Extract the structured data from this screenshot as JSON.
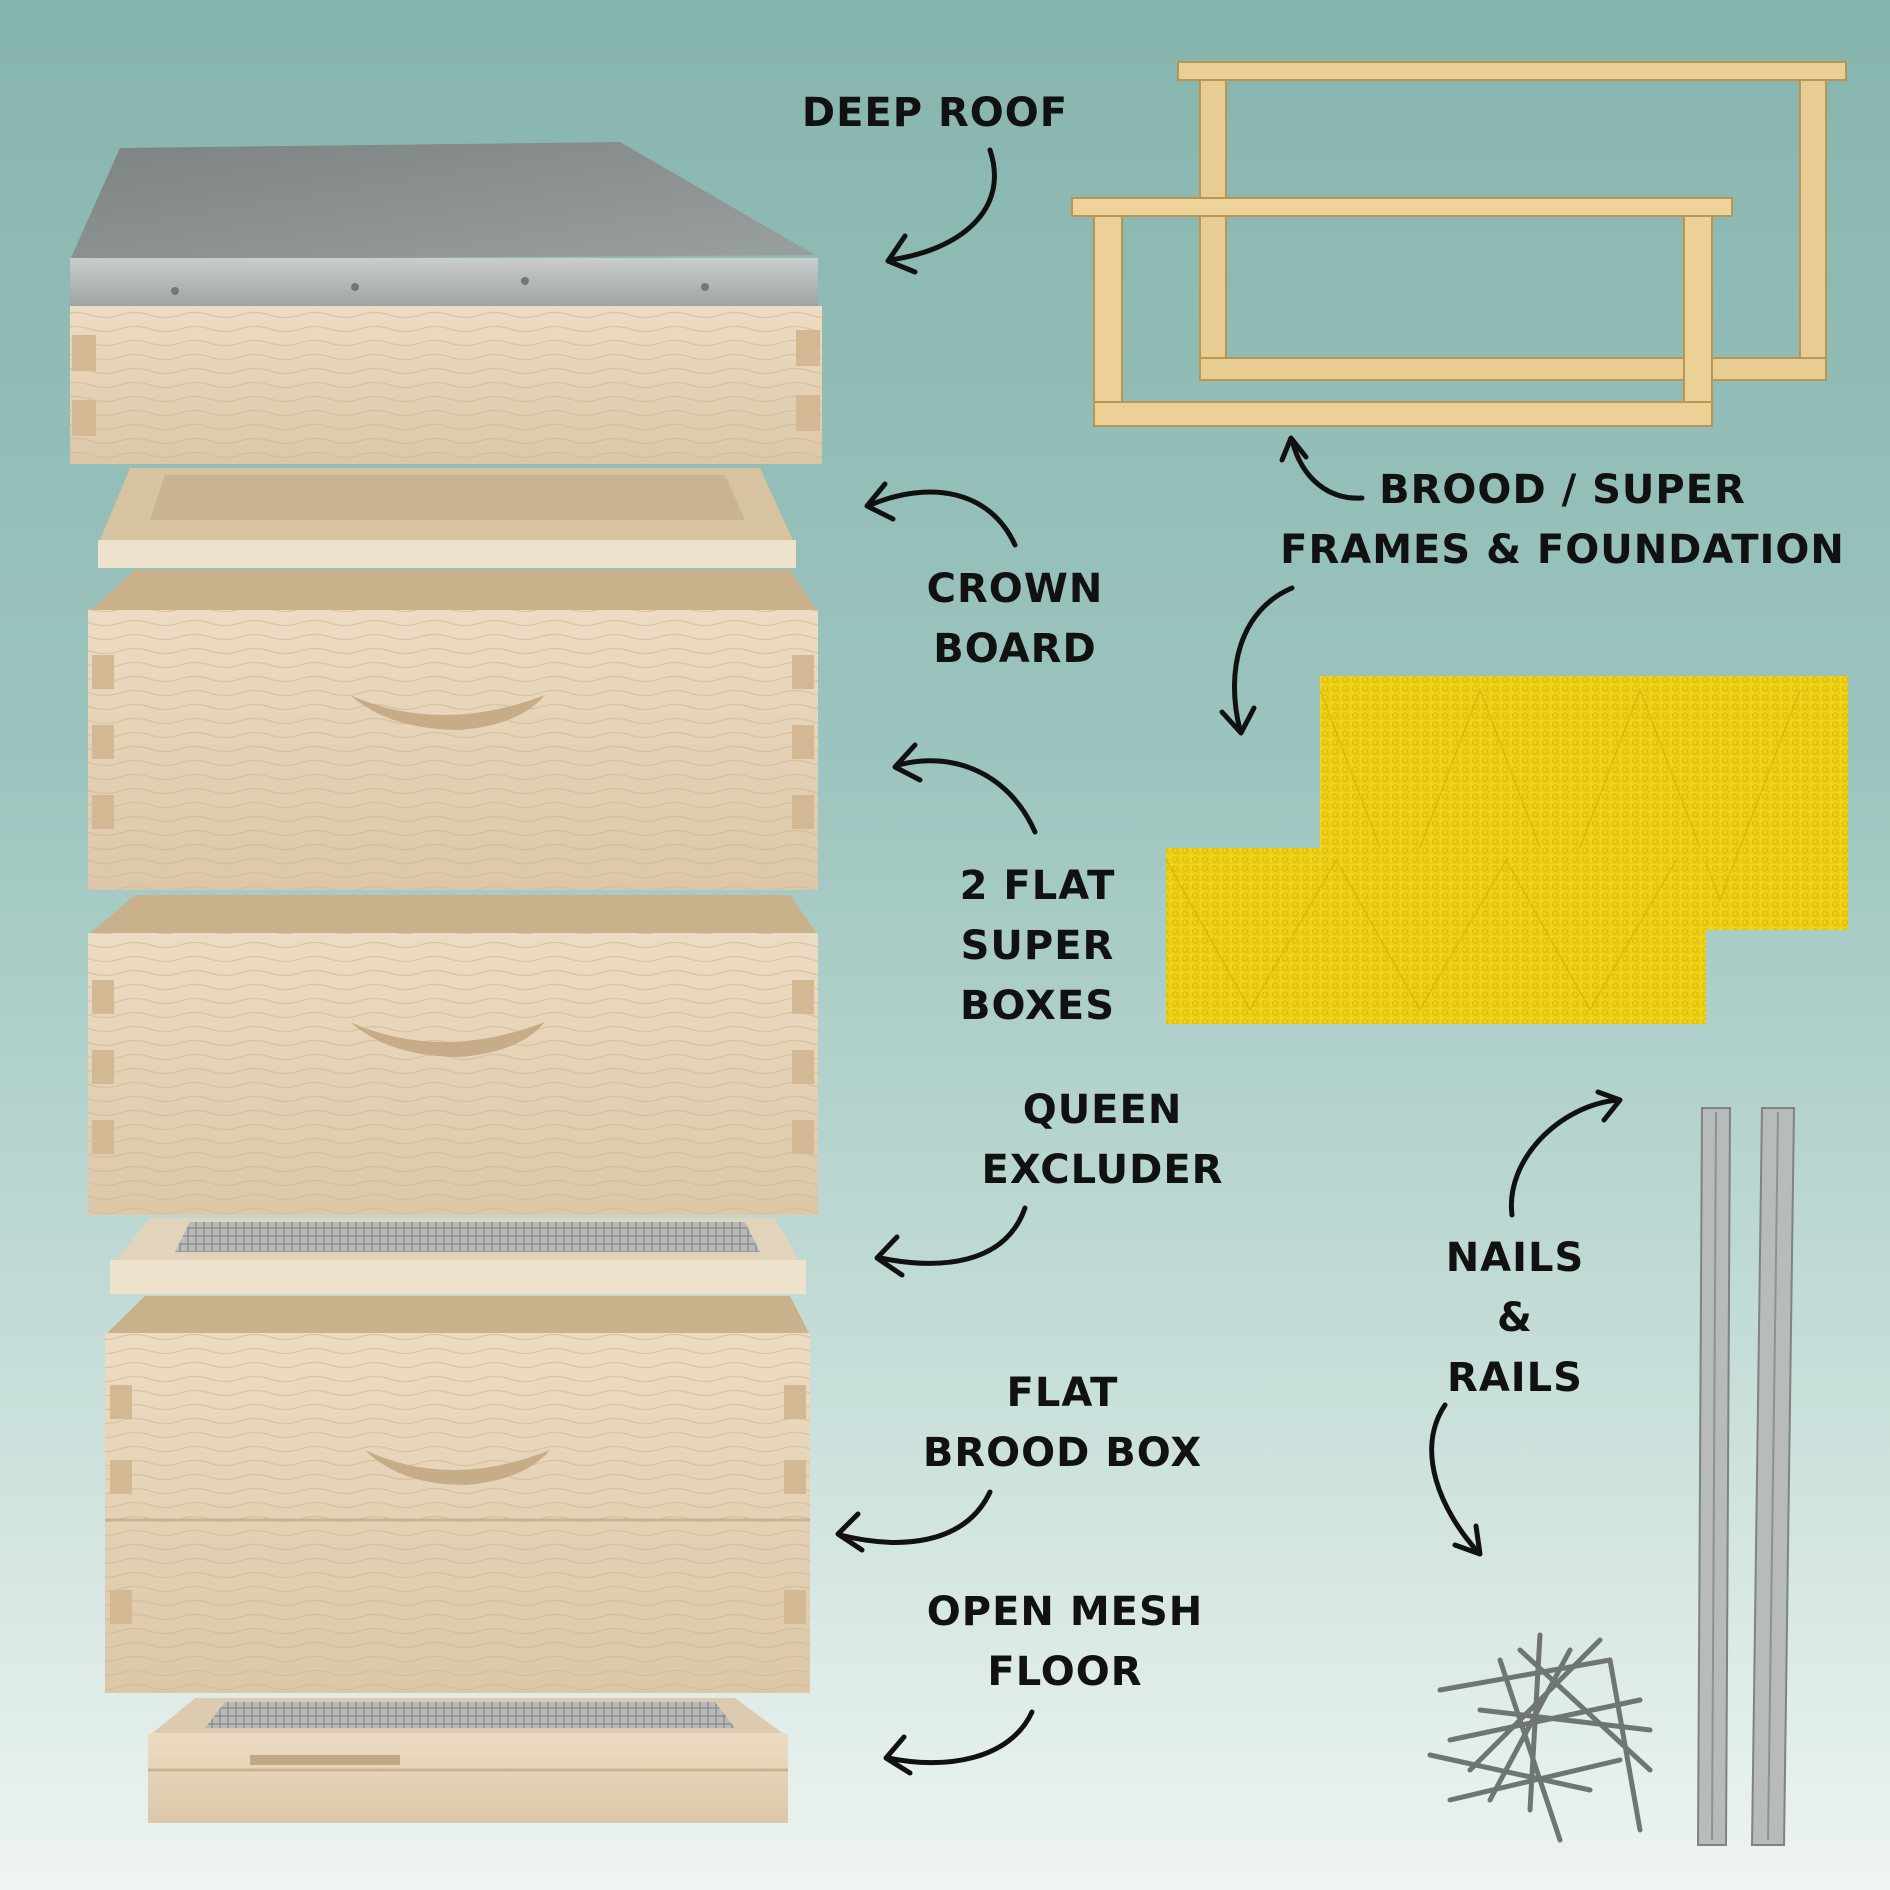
{
  "labels": {
    "deep_roof": "DEEP ROOF",
    "crown_board": [
      "CROWN",
      "BOARD"
    ],
    "flat_super_boxes": [
      "2 FLAT",
      "SUPER",
      "BOXES"
    ],
    "queen_excluder": [
      "QUEEN",
      "EXCLUDER"
    ],
    "flat_brood_box": [
      "FLAT",
      "BROOD BOX"
    ],
    "open_mesh_floor": [
      "OPEN MESH",
      "FLOOR"
    ],
    "frames_foundation": [
      "BROOD / SUPER",
      "FRAMES & FOUNDATION"
    ],
    "nails_rails": [
      "NAILS",
      "&",
      "RAILS"
    ]
  },
  "colors": {
    "background_top": "#86b5ae",
    "background_bottom": "#eef4f2",
    "wood": "#ead9c0",
    "wood_shade": "#d9c4a4",
    "galvanized": "#a9adae",
    "foundation": "#f1d21a",
    "text": "#111111"
  }
}
